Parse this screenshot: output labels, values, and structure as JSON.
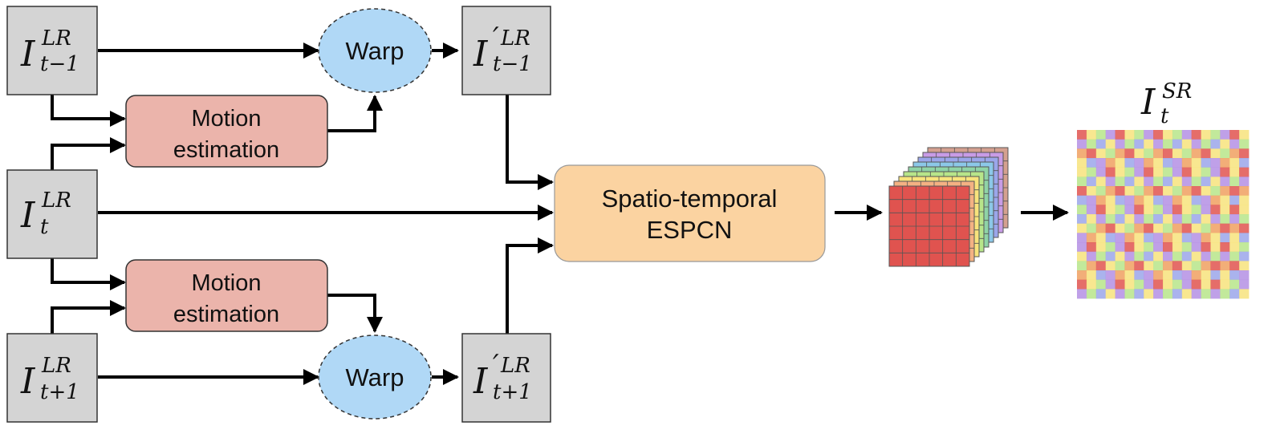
{
  "colors": {
    "frame_fill": "#d4d4d4",
    "motion_fill": "#ebb4ab",
    "warp_fill": "#b0d8f6",
    "espcn_fill": "#fbd3a1",
    "stack_palette": [
      "#e0534f",
      "#f4b183",
      "#f7e37c",
      "#b7e58a",
      "#8fd3a6",
      "#8cc8e8",
      "#9ba6ea",
      "#c89ce6",
      "#d4a090"
    ],
    "sr_palette": [
      "#e0534f",
      "#f7e37c",
      "#b7e58a",
      "#b48fe4",
      "#f0a060",
      "#9ba6ea"
    ]
  },
  "frames": {
    "prev": {
      "base": "I",
      "sup": "LR",
      "sub": "t−1"
    },
    "curr": {
      "base": "I",
      "sup": "LR",
      "sub": "t"
    },
    "next": {
      "base": "I",
      "sup": "LR",
      "sub": "t+1"
    },
    "warped_prev": {
      "base": "I",
      "prime": "′",
      "sup": "LR",
      "sub": "t−1"
    },
    "warped_next": {
      "base": "I",
      "prime": "′",
      "sup": "LR",
      "sub": "t+1"
    }
  },
  "motion_top": {
    "line1": "Motion",
    "line2": "estimation"
  },
  "motion_bottom": {
    "line1": "Motion",
    "line2": "estimation"
  },
  "warp_top": "Warp",
  "warp_bottom": "Warp",
  "espcn": {
    "line1": "Spatio-temporal",
    "line2": "ESPCN"
  },
  "output": {
    "base": "I",
    "sup": "SR",
    "sub": "t"
  }
}
